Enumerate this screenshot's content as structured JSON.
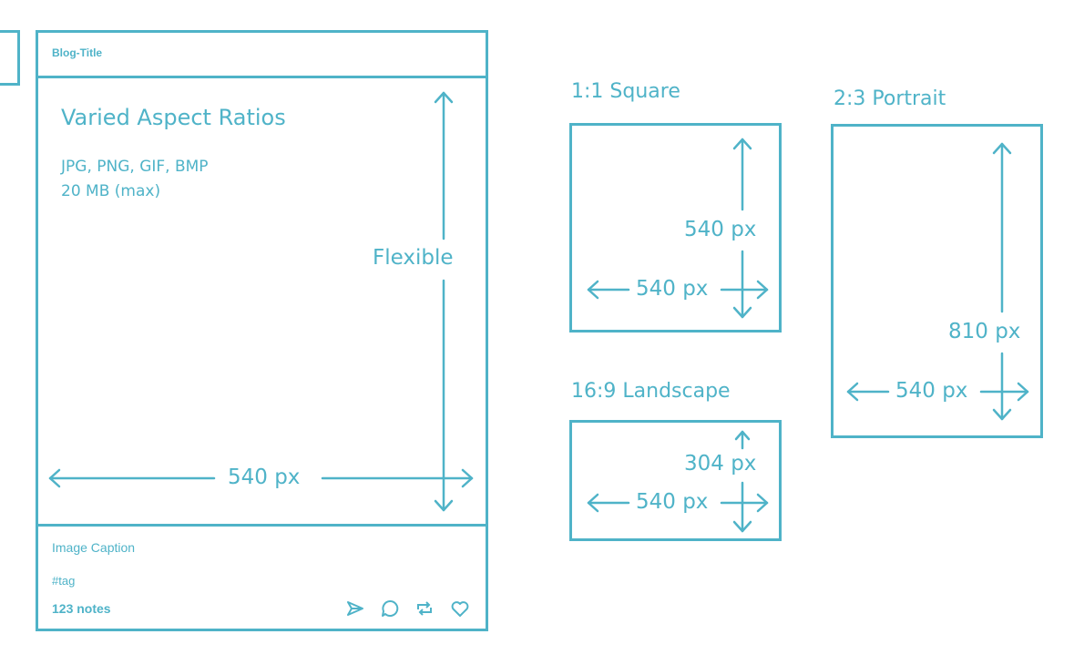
{
  "colors": {
    "accent": "#4fb3c8",
    "background": "#ffffff"
  },
  "post": {
    "blog_title": "Blog-Title",
    "heading": "Varied Aspect Ratios",
    "formats": "JPG, PNG, GIF, BMP",
    "max_size": "20 MB (max)",
    "height_label": "Flexible",
    "width_label": "540 px",
    "caption": "Image Caption",
    "tag": "#tag",
    "notes": "123 notes",
    "icons": [
      "share-icon",
      "reply-icon",
      "reblog-icon",
      "like-icon"
    ]
  },
  "square": {
    "title": "1:1 Square",
    "height_label": "540 px",
    "width_label": "540 px"
  },
  "portrait": {
    "title": "2:3 Portrait",
    "height_label": "810 px",
    "width_label": "540 px"
  },
  "landscape": {
    "title": "16:9 Landscape",
    "height_label": "304 px",
    "width_label": "540 px"
  }
}
